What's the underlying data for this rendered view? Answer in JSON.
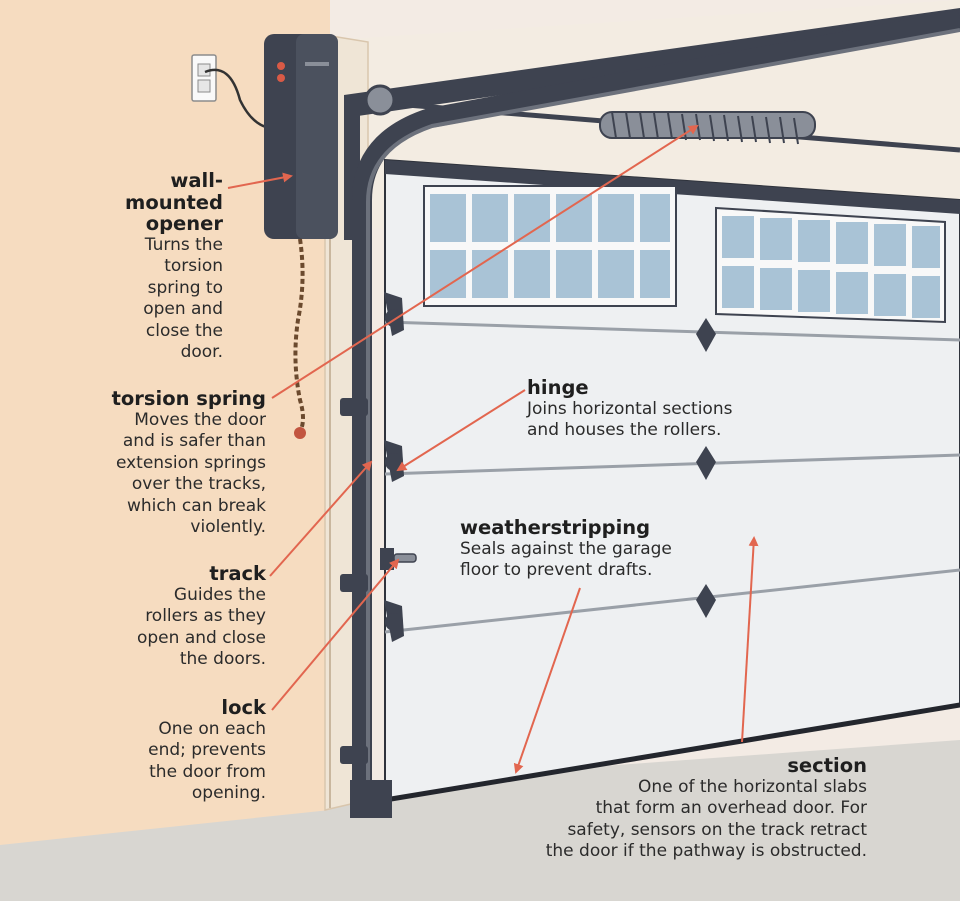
{
  "colors": {
    "wall": "#f6dcc0",
    "wall_side": "#efe5d6",
    "floor": "#d8d6d1",
    "door": "#eef0f2",
    "metal": "#3e4350",
    "glass": "#a9c3d6",
    "arrow": "#e2664f"
  },
  "labels": {
    "opener": {
      "title": "wall-\nmounted\nopener",
      "body": "Turns the\ntorsion\nspring to\nopen and\nclose the\ndoor."
    },
    "spring": {
      "title": "torsion spring",
      "body": "Moves the door\nand is safer than\nextension springs\nover the tracks,\nwhich can break\nviolently."
    },
    "track": {
      "title": "track",
      "body": "Guides the\nrollers as they\nopen and close\nthe doors."
    },
    "lock": {
      "title": "lock",
      "body": "One on each\nend; prevents\nthe door from\nopening."
    },
    "hinge": {
      "title": "hinge",
      "body": "Joins horizontal sections\nand houses the rollers."
    },
    "weather": {
      "title": "weatherstripping",
      "body": "Seals against the garage\nfloor to prevent drafts."
    },
    "section": {
      "title": "section",
      "body": "One of the horizontal slabs\nthat form an overhead door. For\nsafety, sensors on the track retract\nthe door if the pathway is obstructed."
    }
  }
}
